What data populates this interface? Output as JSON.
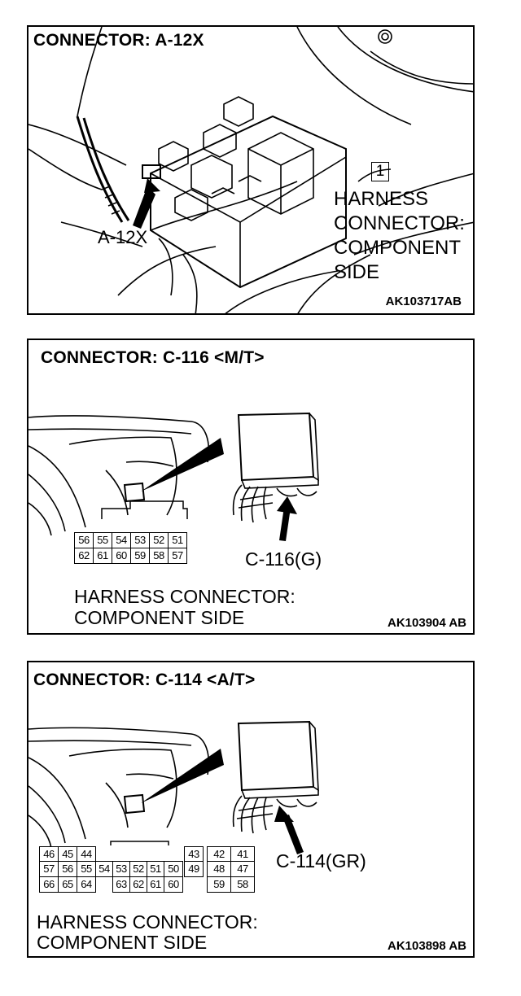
{
  "panels": [
    {
      "title": "CONNECTOR: A-12X",
      "code": "AK103717AB",
      "callout": "A-12X",
      "index_number": "1",
      "label_lines": [
        "HARNESS",
        "CONNECTOR:",
        "COMPONENT",
        "SIDE"
      ]
    },
    {
      "title": "CONNECTOR: C-116 <M/T>",
      "code": "AK103904 AB",
      "callout": "C-116(G)",
      "label_lines": [
        "HARNESS CONNECTOR:",
        "COMPONENT SIDE"
      ],
      "pins": {
        "top": [
          "56",
          "55",
          "54",
          "53",
          "52",
          "51"
        ],
        "bottom": [
          "62",
          "61",
          "60",
          "59",
          "58",
          "57"
        ]
      }
    },
    {
      "title": "CONNECTOR: C-114 <A/T>",
      "code": "AK103898 AB",
      "callout": "C-114(GR)",
      "label_lines": [
        "HARNESS CONNECTOR:",
        "COMPONENT SIDE"
      ],
      "pins": {
        "row1_left": [
          "46",
          "45",
          "44"
        ],
        "row1_right": [
          "43",
          "42",
          "41"
        ],
        "row2": [
          "57",
          "56",
          "55",
          "54",
          "53",
          "52",
          "51",
          "50",
          "49",
          "48",
          "47"
        ],
        "row3_left": [
          "66",
          "65",
          "64"
        ],
        "row3_mid": [
          "63",
          "62",
          "61",
          "60"
        ],
        "row3_right": [
          "59",
          "58"
        ]
      }
    }
  ]
}
